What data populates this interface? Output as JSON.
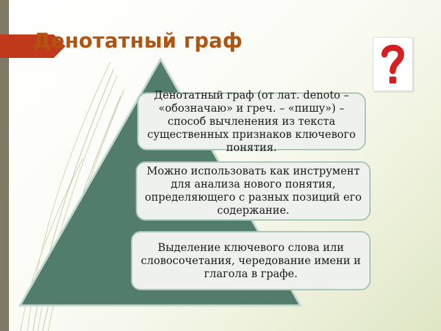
{
  "slide": {
    "title": "Денотатный граф",
    "question_icon": "question-mark-icon",
    "colors": {
      "title": "#b0540f",
      "title_tab": "#c0391b",
      "pyramid": "#527c6b",
      "question_mark": "#d81e1e",
      "box_fill": "#eef1ed",
      "box_border": "#a9c6b4"
    },
    "boxes": [
      {
        "text": "Денотатный граф (от лат. denoto – «обозначаю» и греч. – «пишу») – способ вычленения из текста существенных признаков ключевого понятия."
      },
      {
        "text": "Можно использовать как инструмент для анализа нового понятия, определяющего с разных позиций его содержание."
      },
      {
        "text": "Выделение ключевого слова или словосочетания, чередование имени и глагола в графе."
      }
    ]
  }
}
